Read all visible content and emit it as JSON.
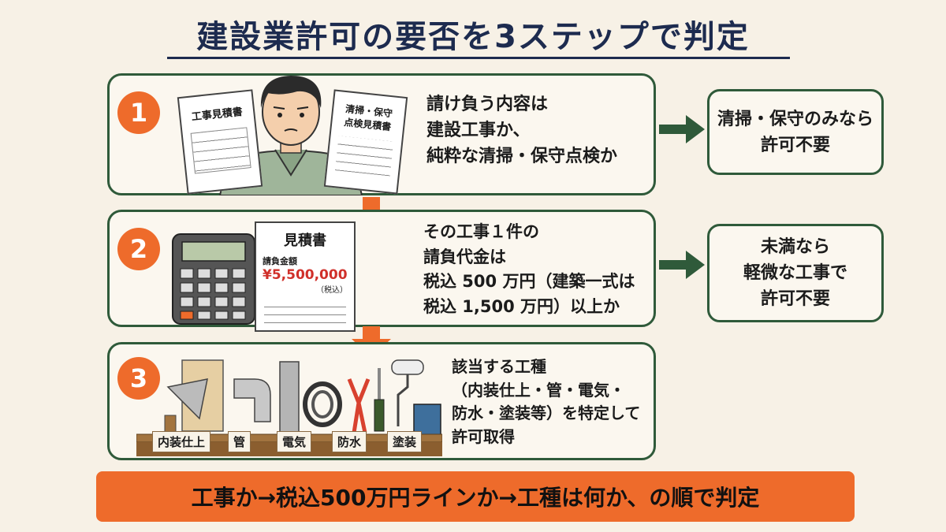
{
  "title": "建設業許可の要否を3ステップで判定",
  "steps": [
    {
      "number": "1",
      "lines": [
        "請け負う内容は",
        "建設工事か、",
        "純粋な清掃・保守点検か"
      ],
      "doc_left": "工事見積書",
      "doc_right_lines": [
        "清掃・保守",
        "点検見積書"
      ],
      "result_lines": [
        "清掃・保守のみなら",
        "許可不要"
      ]
    },
    {
      "number": "2",
      "lines": [
        "その工事１件の",
        "請負代金は",
        "税込 500 万円（建築一式は",
        "税込 1,500 万円）以上か"
      ],
      "doc_title": "見積書",
      "doc_label": "請負金額",
      "doc_amount": "¥5,500,000",
      "doc_tax": "（税込）",
      "result_lines": [
        "未満なら",
        "軽微な工事で",
        "許可不要"
      ]
    },
    {
      "number": "3",
      "lines": [
        "該当する工種",
        "（内装仕上・管・電気・",
        "防水・塗装等）を特定して",
        "許可取得"
      ],
      "tags": [
        "内装仕上",
        "管",
        "電気",
        "防水",
        "塗装"
      ]
    }
  ],
  "summary": "工事か→税込500万円ラインか→工種は何か、の順で判定",
  "colors": {
    "accent": "#ee6b2b",
    "border": "#2f5a3a",
    "title": "#1d2b4f",
    "background": "#f7f1e6"
  }
}
